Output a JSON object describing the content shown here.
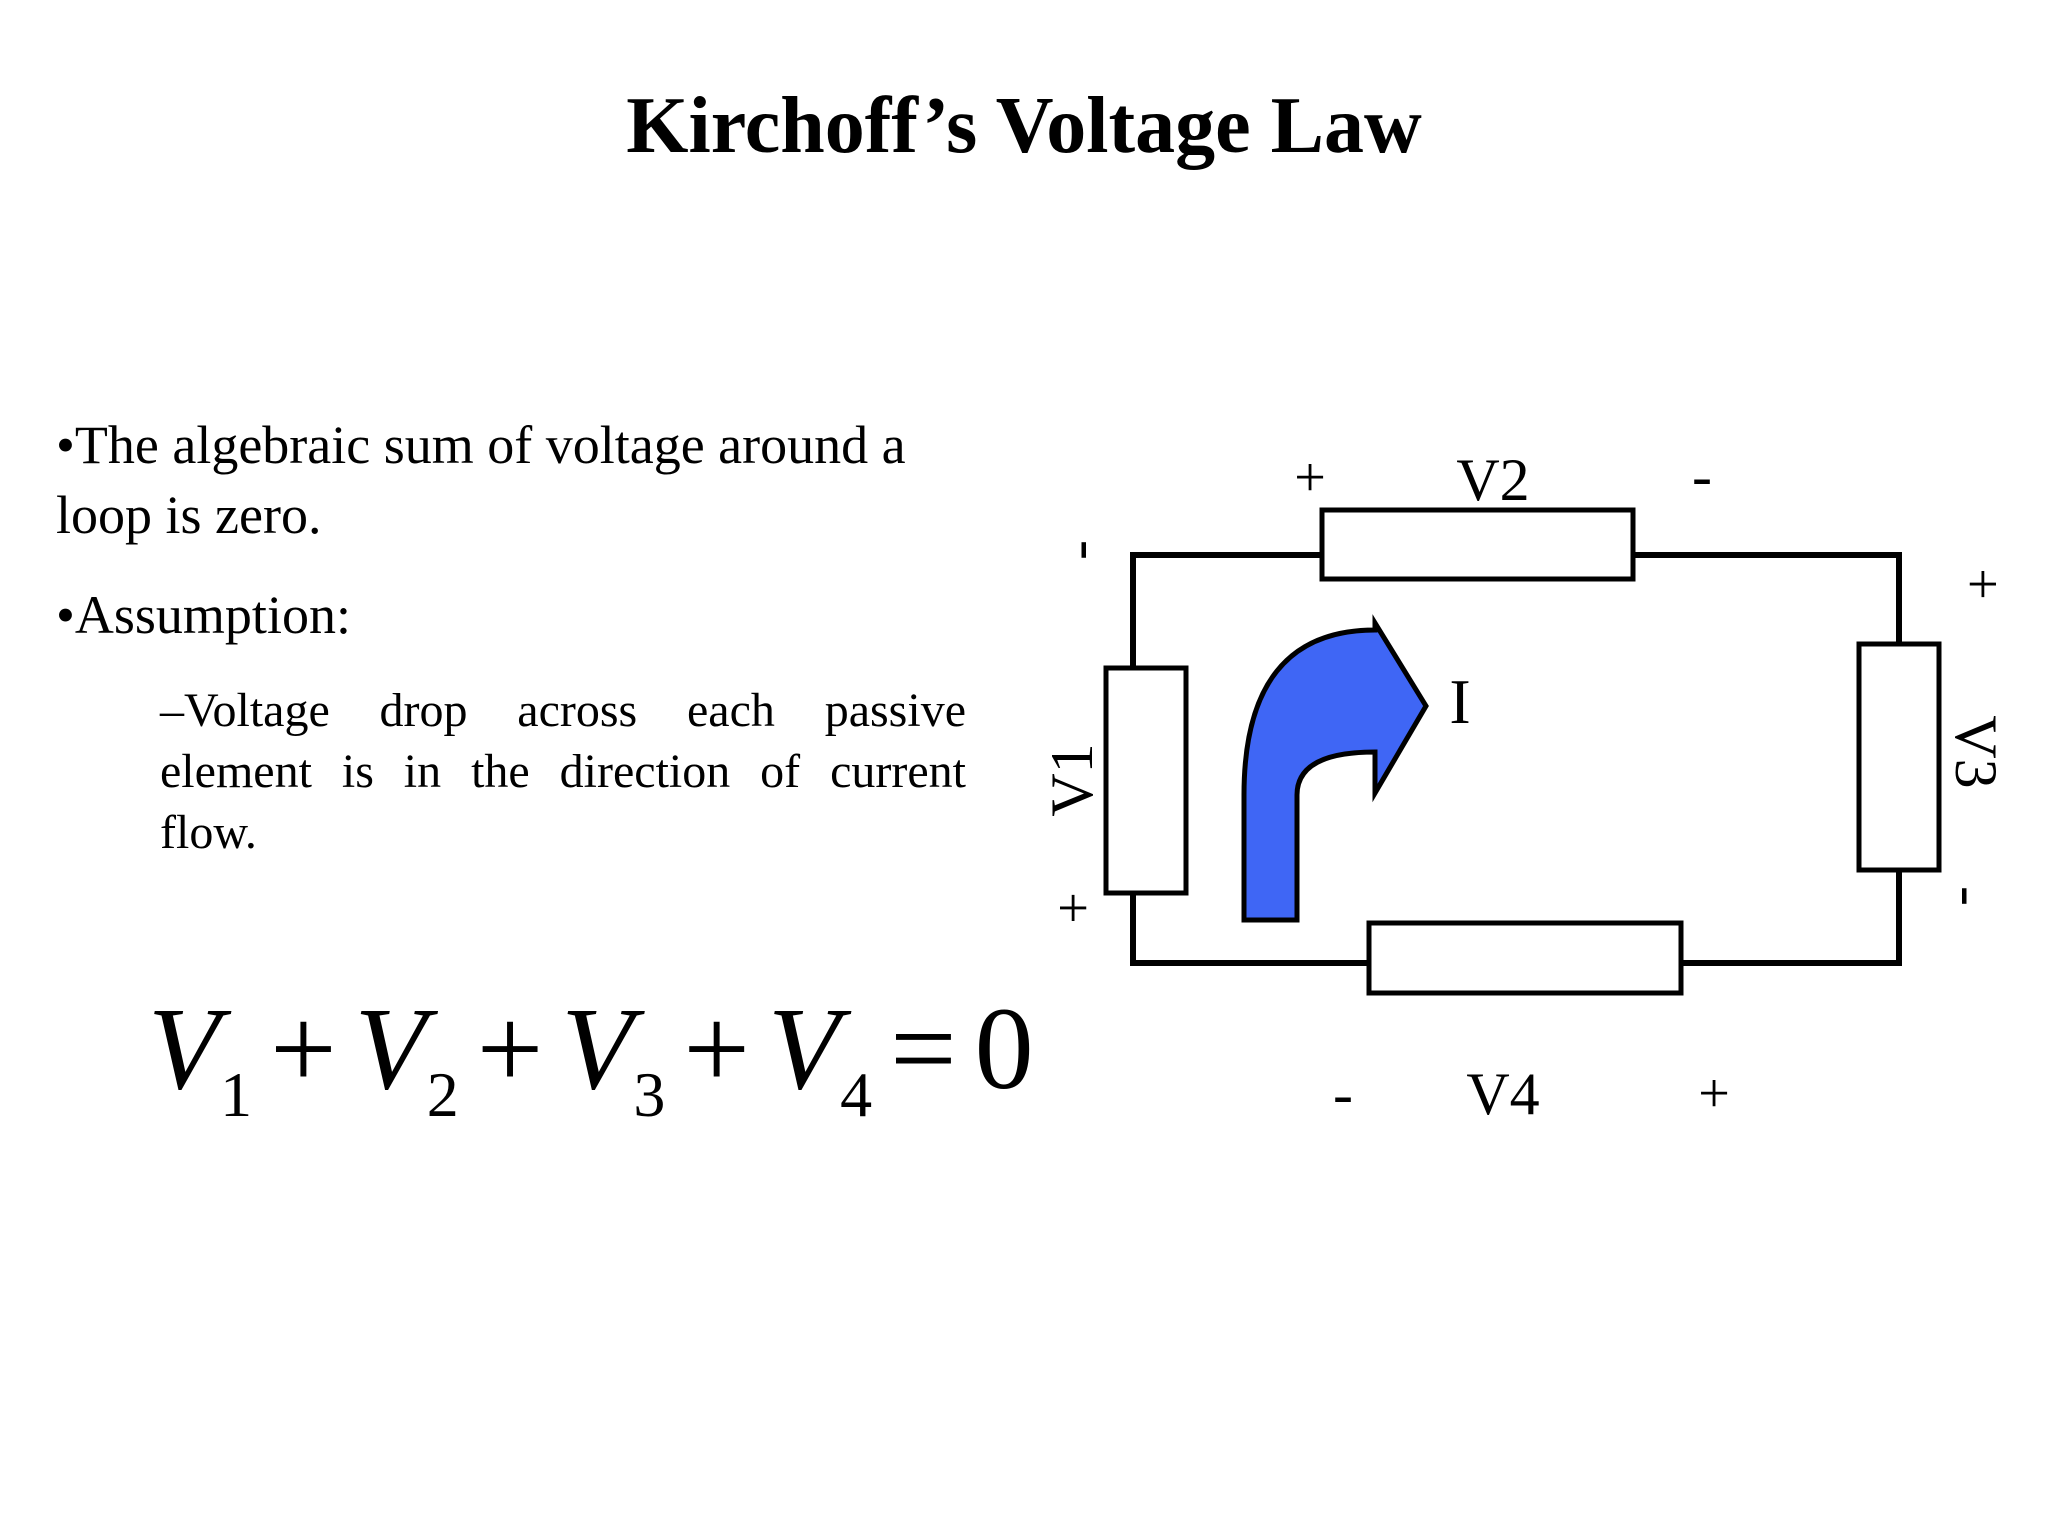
{
  "slide": {
    "title": "Kirchoff’s Voltage Law",
    "bullets": [
      "•The algebraic sum of voltage around a loop is zero.",
      "•Assumption:"
    ],
    "sub_bullet": "–Voltage drop across each passive element is in the direction of current flow."
  },
  "equation": {
    "terms": [
      {
        "symbol": "V",
        "subscript": "1"
      },
      {
        "symbol": "V",
        "subscript": "2"
      },
      {
        "symbol": "V",
        "subscript": "3"
      },
      {
        "symbol": "V",
        "subscript": "4"
      }
    ],
    "plus": "+",
    "equals": "=",
    "rhs": "0"
  },
  "circuit": {
    "current_label": "I",
    "current_arrow_color": "#3f66f5",
    "wire_color": "#000000",
    "resistors": {
      "v1": {
        "label": "V1",
        "plus": "+",
        "minus": "-"
      },
      "v2": {
        "label": "V2",
        "plus": "+",
        "minus": "-"
      },
      "v3": {
        "label": "V3",
        "plus": "+",
        "minus": "-"
      },
      "v4": {
        "label": "V4",
        "plus": "+",
        "minus": "-"
      }
    }
  }
}
